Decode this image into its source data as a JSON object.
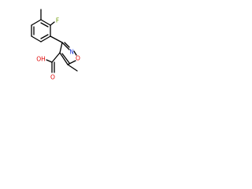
{
  "molecule": {
    "atom_labels": {
      "fluorine": "F",
      "ring_nitrogen": "N",
      "ring_oxygen": "O",
      "carbonyl_oxygen": "O",
      "hydroxyl": "OH"
    },
    "colors": {
      "bond": "#000000",
      "fluorine": "#6a9a00",
      "nitrogen": "#1f3ad6",
      "oxygen": "#e00000"
    }
  }
}
